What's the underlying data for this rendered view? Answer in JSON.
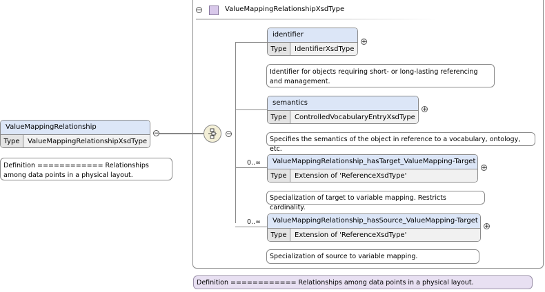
{
  "group": {
    "title": "ValueMappingRelationshipXsdType",
    "definition": "Definition ============ Relationships among data points in a physical layout."
  },
  "root": {
    "name": "ValueMappingRelationship",
    "type_label": "Type",
    "type_value": "ValueMappingRelationshipXsdType",
    "definition": "Definition ============ Relationships among data points in a physical layout."
  },
  "elements": [
    {
      "name": "identifier",
      "type_label": "Type",
      "type_value": "IdentifierXsdType",
      "doc": "Identifier for objects requiring short- or long-lasting referencing and management.",
      "cardinality": ""
    },
    {
      "name": "semantics",
      "type_label": "Type",
      "type_value": "ControlledVocabularyEntryXsdType",
      "doc": "Specifies the semantics of the object in reference to a vocabulary, ontology, etc.",
      "cardinality": ""
    },
    {
      "name": "ValueMappingRelationship_hasTarget_ValueMapping-Target",
      "type_label": "Type",
      "type_value": "Extension of 'ReferenceXsdType'",
      "doc": "Specialization of target to variable mapping. Restricts cardinality.",
      "cardinality": "0..∞"
    },
    {
      "name": "ValueMappingRelationship_hasSource_ValueMapping-Target",
      "type_label": "Type",
      "type_value": "Extension of 'ReferenceXsdType'",
      "doc": "Specialization of source to variable mapping.",
      "cardinality": "0..∞"
    }
  ]
}
